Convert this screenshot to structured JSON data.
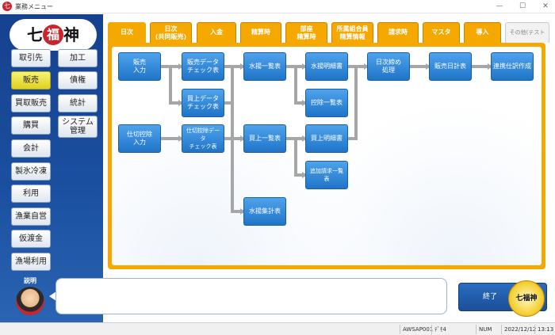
{
  "window": {
    "title": "業務メニュー",
    "icon_glyph": "七",
    "minimize": "—",
    "maximize": "☐",
    "close": "✕"
  },
  "logo": {
    "left": "七",
    "center": "福",
    "right": "神"
  },
  "sidebar": {
    "left_column": [
      "取引先",
      "販売",
      "買取販売",
      "購買",
      "会計",
      "製氷冷凍",
      "利用",
      "漁業自営",
      "仮渡金",
      "漁場利用"
    ],
    "right_column": [
      "加工",
      "債権",
      "統計",
      "システム管理"
    ],
    "active": "販売",
    "description_label": "説明"
  },
  "tabs": [
    {
      "label": "日次",
      "active": true
    },
    {
      "label": "日次\n(共同販売)"
    },
    {
      "label": "入金"
    },
    {
      "label": "精算時"
    },
    {
      "label": "部座\n精算時"
    },
    {
      "label": "所属組合員\n精算情報"
    },
    {
      "label": "請求時"
    },
    {
      "label": "マスタ"
    },
    {
      "label": "導入"
    },
    {
      "label": "その他(テスト用)",
      "disabled": true
    }
  ],
  "flow": {
    "hanbai_nyuryoku": "販売\n入力",
    "hanbai_check": "販売データ\nチェック表",
    "kaiage_check": "買上データ\nチェック表",
    "shikiri_kojo": "仕切控除\n入力",
    "shikiri_check": "仕切控除データ\nチェック表",
    "mizuage_ichiran": "水揚一覧表",
    "kaiage_ichiran": "買上一覧表",
    "mizuage_shukei": "水揚集計表",
    "mizuage_meisai": "水揚明細書",
    "kojo_ichiran": "控除一覧表",
    "kaiage_meisai": "買上明細書",
    "tsuika_seikyu": "追加請求一覧表",
    "nichiji_shori": "日次締め\n処理",
    "hanbai_nikkei": "販売日計表",
    "renkei_shiwake": "連携仕訳作成"
  },
  "exit": {
    "label": "終了"
  },
  "exit_logo": "七福神",
  "status": {
    "program": "AWSAP001",
    "mode": "ﾃﾞﾓ4",
    "num": "NUM",
    "date": "2022/12/12",
    "time": "13:13"
  },
  "colors": {
    "tab_orange": "#f5a800",
    "box_blue": "#1f74c9",
    "sidebar_blue": "#16418e",
    "active_yellow": "#e0d21d"
  }
}
